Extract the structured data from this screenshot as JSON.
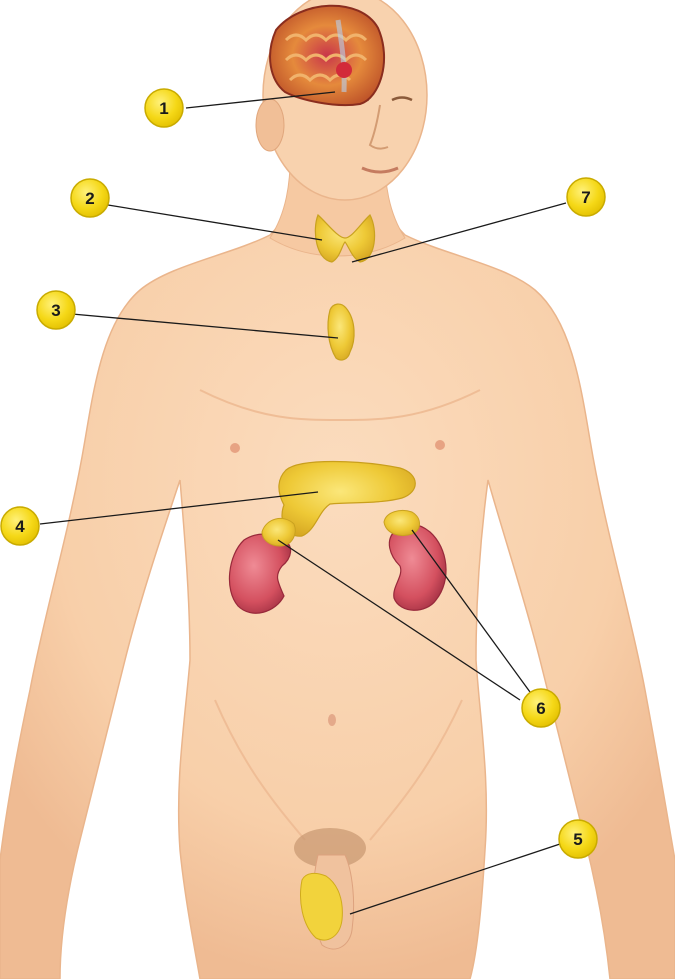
{
  "diagram": {
    "labels": [
      {
        "id": "label-1",
        "text": "1"
      },
      {
        "id": "label-2",
        "text": "2"
      },
      {
        "id": "label-3",
        "text": "3"
      },
      {
        "id": "label-4",
        "text": "4"
      },
      {
        "id": "label-5",
        "text": "5"
      },
      {
        "id": "label-6",
        "text": "6"
      },
      {
        "id": "label-7",
        "text": "7"
      }
    ],
    "colors": {
      "skin": "#f9d3b0",
      "skin_shadow": "#eeb88f",
      "gland_yellow": "#f0d23a",
      "gland_orange": "#e7b52c",
      "kidney": "#d85a6a",
      "brain": "#e2873a",
      "badge_fill": "#f5d817",
      "badge_stroke": "#c9ab00",
      "leader_line": "#1a1a1a"
    }
  }
}
